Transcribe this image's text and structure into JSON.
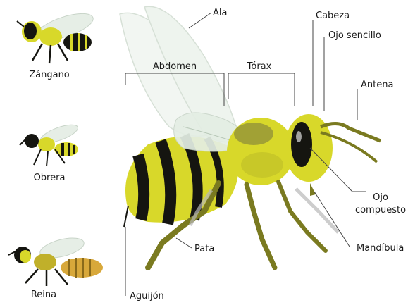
{
  "castes": [
    {
      "id": "zangano",
      "label": "Zángano"
    },
    {
      "id": "obrera",
      "label": "Obrera"
    },
    {
      "id": "reina",
      "label": "Reina"
    }
  ],
  "parts": {
    "ala": "Ala",
    "abdomen": "Abdomen",
    "torax": "Tórax",
    "cabeza": "Cabeza",
    "ojo_sencillo": "Ojo sencillo",
    "antena": "Antena",
    "ojo_compuesto_1": "Ojo",
    "ojo_compuesto_2": "compuesto",
    "mandibula": "Mandíbula",
    "pata": "Pata",
    "aguijon": "Aguijón"
  },
  "colors": {
    "yellow": "#d8d82a",
    "black": "#151510",
    "leg": "#7a7a20",
    "wing": "#e4eee4"
  }
}
